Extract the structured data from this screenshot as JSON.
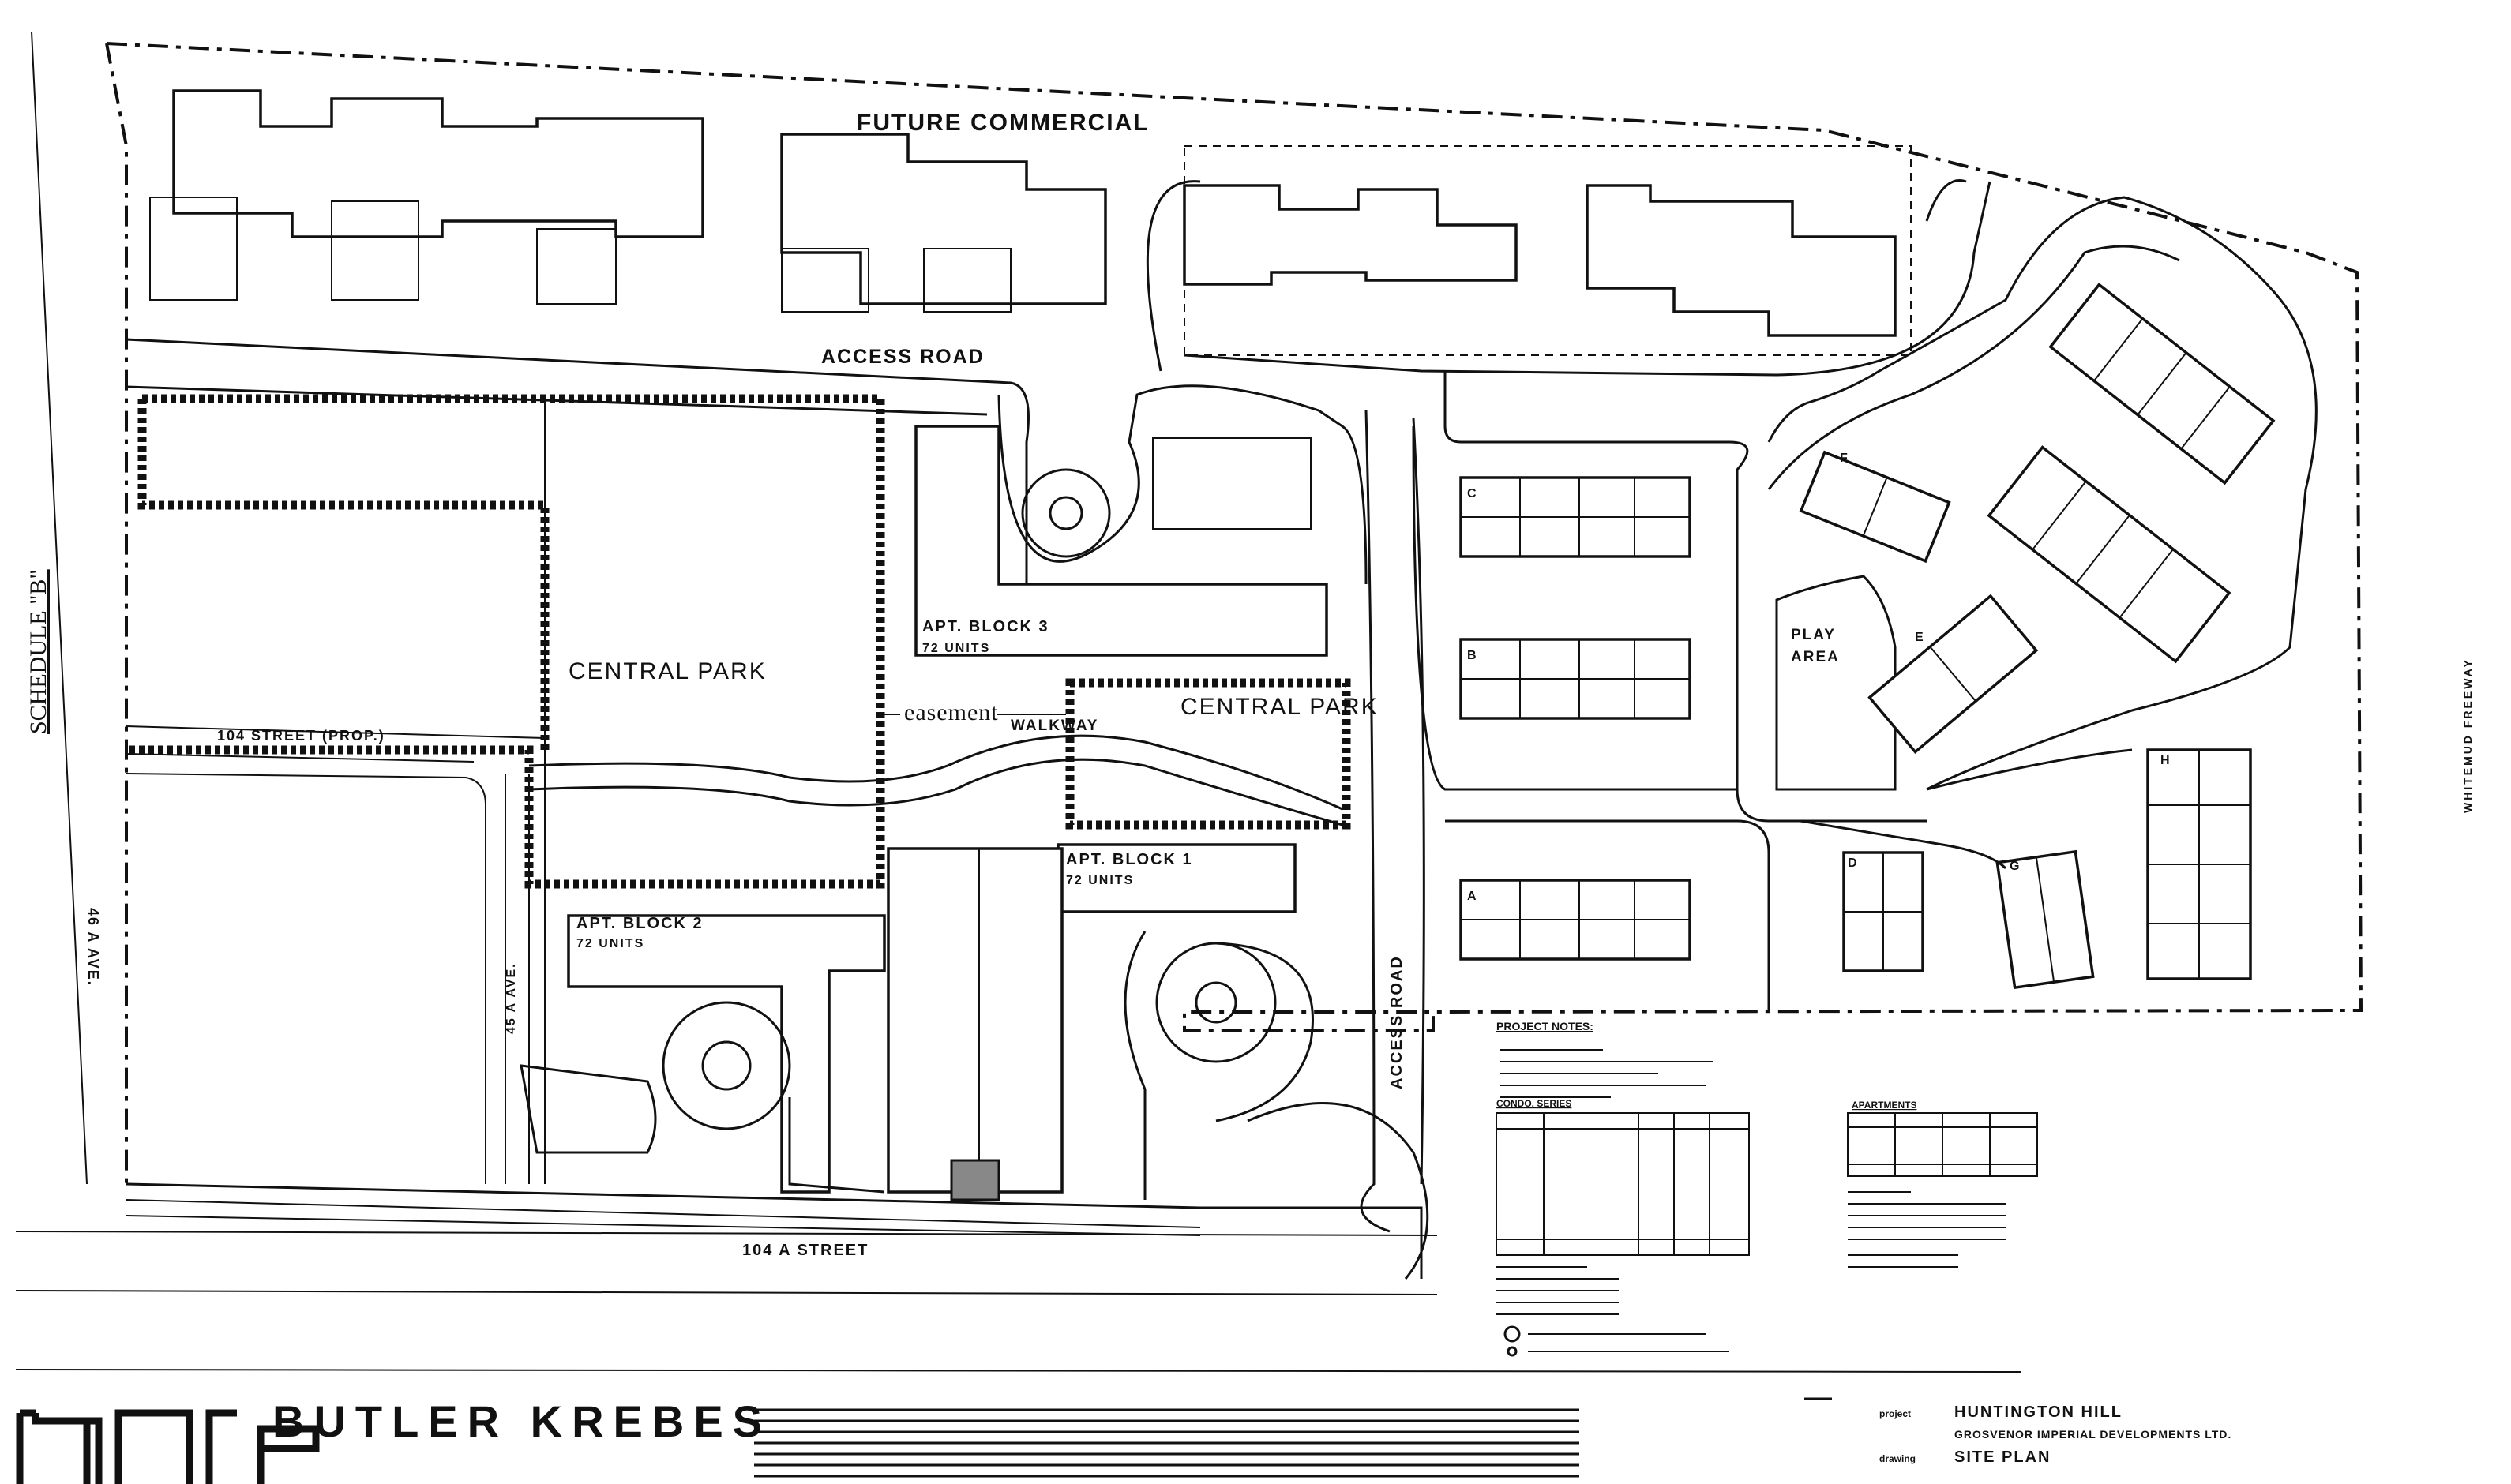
{
  "sheet": {
    "schedule_label": "SCHEDULE \"B\""
  },
  "labels": {
    "future_commercial": "FUTURE COMMERCIAL",
    "access_road_top": "ACCESS ROAD",
    "access_road_east": "ACCESS ROAD",
    "central_park_main": "CENTRAL PARK",
    "central_park_east": "CENTRAL PARK",
    "easement": "easement",
    "walkway": "WALKWAY",
    "street_104": "104 STREET (PROP.)",
    "street_104a": "104 A STREET",
    "avenue_46a": "46 A AVE.",
    "avenue_45a": "45 A AVE.",
    "play_area_line1": "PLAY",
    "play_area_line2": "AREA",
    "freeway": "WHITEMUD FREEWAY"
  },
  "apartment_blocks": [
    {
      "name": "APT. BLOCK 1",
      "units": "72 UNITS"
    },
    {
      "name": "APT. BLOCK 2",
      "units": "72 UNITS"
    },
    {
      "name": "APT. BLOCK 3",
      "units": "72 UNITS"
    }
  ],
  "building_letters": [
    "A",
    "B",
    "C",
    "D",
    "E",
    "F",
    "G",
    "H"
  ],
  "notes": {
    "title": "PROJECT NOTES:",
    "condo_heading": "CONDO. SERIES",
    "apartments_heading": "APARTMENTS"
  },
  "title_block": {
    "firm": "BUTLER KREBES",
    "project_key": "project",
    "project": "HUNTINGTON HILL",
    "client": "GROSVENOR IMPERIAL DEVELOPMENTS LTD.",
    "drawing_key": "drawing",
    "drawing": "SITE PLAN"
  },
  "colors": {
    "ink": "#111111",
    "paper": "#ffffff"
  }
}
